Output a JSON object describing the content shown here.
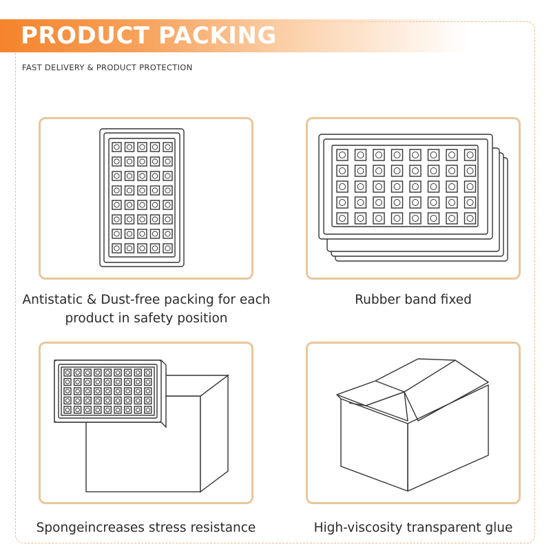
{
  "header": {
    "title": "PRODUCT PACKING",
    "subtitle": "FAST DELIVERY & PRODUCT PROTECTION"
  },
  "panels": [
    {
      "caption_line1": "Antistatic & Dust-free packing for each",
      "caption_line2": "product in safety position",
      "icon": "single-tray-icon"
    },
    {
      "caption_line1": "Rubber band fixed",
      "icon": "stacked-trays-icon"
    },
    {
      "caption_line1": "Spongeincreases stress resistance",
      "icon": "tray-on-box-icon"
    },
    {
      "caption_line1": "High-viscosity transparent glue",
      "icon": "shipping-box-icon"
    }
  ],
  "colors": {
    "accent": "#f5832b",
    "card_border": "#e9c79a",
    "frame_border": "#f2b98a",
    "line_art": "#333333"
  }
}
